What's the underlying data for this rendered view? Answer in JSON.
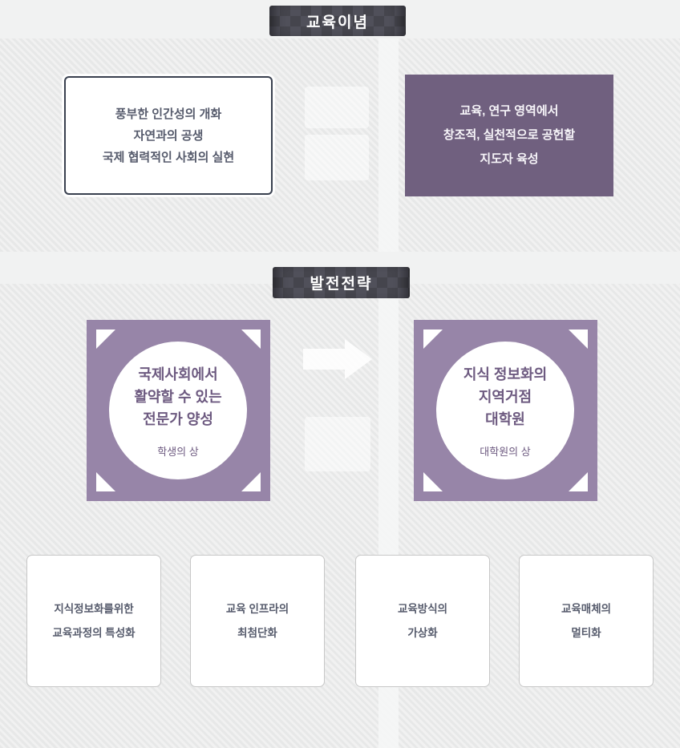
{
  "colors": {
    "badge_bg": "#50505a",
    "purple_dark": "#70607f",
    "purple_light": "#9785a8",
    "purple_text": "#6d5a80",
    "ideal_border": "#39404f",
    "text_slate": "#565b6c",
    "card_border": "#c7c7c7"
  },
  "philosophy": {
    "badge": "교육이념",
    "ideal_box": {
      "lines": [
        "풍부한 인간성의 개화",
        "자연과의 공생",
        "국제 협력적인 사회의 실현"
      ]
    },
    "goal_box": {
      "lines": [
        "교육, 연구 영역에서",
        "창조적, 실천적으로 공헌할",
        "지도자 육성"
      ]
    }
  },
  "strategy": {
    "badge": "발전전략",
    "student_vision": {
      "lines": [
        "국제사회에서",
        "활약할 수 있는",
        "전문가 양성"
      ],
      "caption": "학생의 상"
    },
    "school_vision": {
      "lines": [
        "지식 정보화의",
        "지역거점",
        "대학원"
      ],
      "caption": "대학원의 상"
    },
    "initiatives": [
      {
        "line1": "지식정보화를위한",
        "line2": "교육과정의 특성화"
      },
      {
        "line1": "교육 인프라의",
        "line2": "최첨단화"
      },
      {
        "line1": "교육방식의",
        "line2": "가상화"
      },
      {
        "line1": "교육매체의",
        "line2": "멀티화"
      }
    ]
  }
}
